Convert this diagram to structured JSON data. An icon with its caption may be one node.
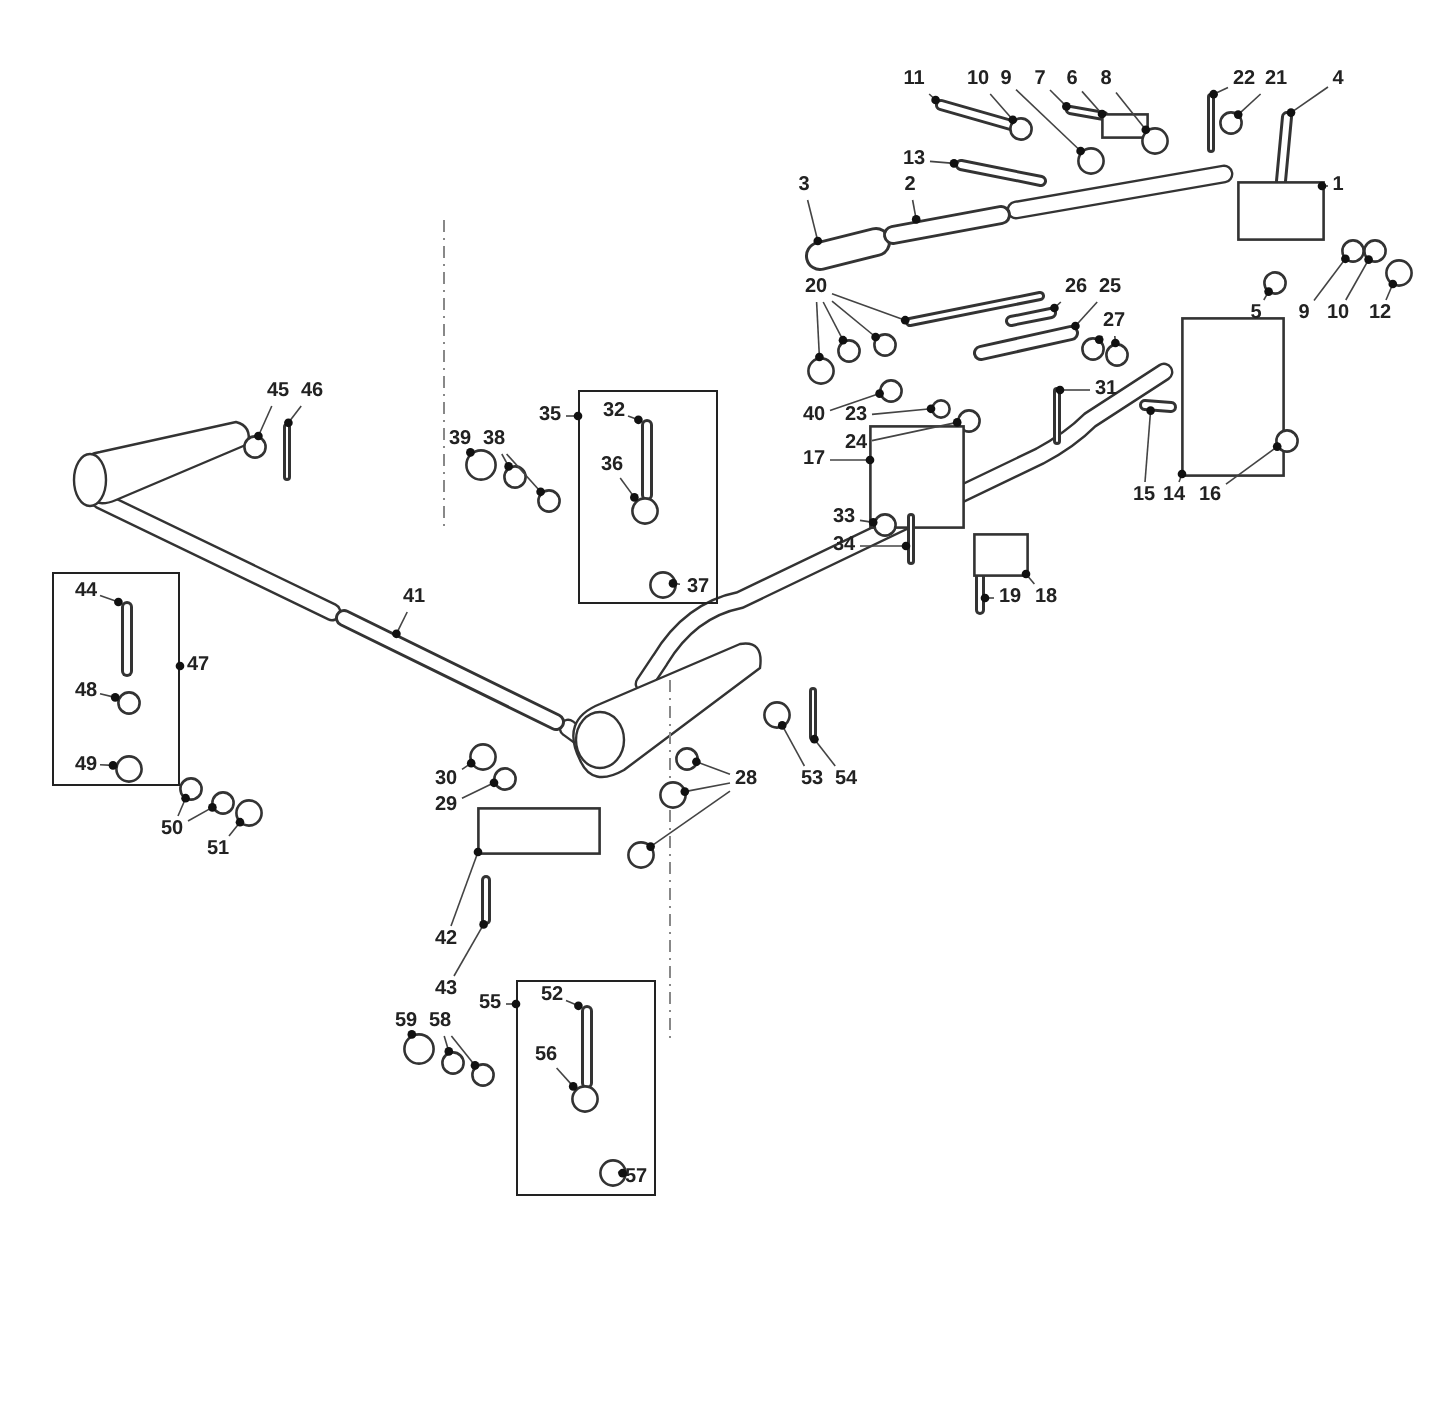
{
  "diagram": {
    "nodes": [
      {
        "text": [
          "11"
        ]
      },
      {
        "text": [
          "10"
        ]
      },
      {
        "text": [
          "9"
        ]
      },
      {
        "text": [
          "7"
        ]
      },
      {
        "text": [
          "6"
        ]
      },
      {
        "text": [
          "8"
        ]
      },
      {
        "text": [
          "22"
        ]
      },
      {
        "text": [
          "21"
        ]
      },
      {
        "text": [
          "4"
        ]
      },
      {
        "text": [
          "13"
        ]
      },
      {
        "text": [
          "3"
        ]
      },
      {
        "text": [
          "2"
        ]
      },
      {
        "text": [
          "1"
        ]
      },
      {
        "text": [
          "20"
        ]
      },
      {
        "text": [
          "26"
        ]
      },
      {
        "text": [
          "25"
        ]
      },
      {
        "text": [
          "27"
        ]
      },
      {
        "text": [
          "9"
        ]
      },
      {
        "text": [
          "10"
        ]
      },
      {
        "text": [
          "12"
        ]
      },
      {
        "text": [
          "5"
        ]
      },
      {
        "text": [
          "45"
        ]
      },
      {
        "text": [
          "46"
        ]
      },
      {
        "text": [],
        "shape": "box"
      },
      {
        "text": [
          "35"
        ]
      },
      {
        "text": [
          "32"
        ],
        "in": 23
      },
      {
        "text": [
          "36"
        ],
        "in": 23
      },
      {
        "text": [
          "37"
        ],
        "in": 23
      },
      {
        "text": [
          "39"
        ]
      },
      {
        "text": [
          "38"
        ]
      },
      {
        "text": [
          "40"
        ]
      },
      {
        "text": [
          "23"
        ]
      },
      {
        "text": [
          "24"
        ]
      },
      {
        "text": [
          "31"
        ]
      },
      {
        "text": [
          "17"
        ]
      },
      {
        "text": [
          "33"
        ]
      },
      {
        "text": [
          "34"
        ]
      },
      {
        "text": [
          "15"
        ]
      },
      {
        "text": [
          "14"
        ]
      },
      {
        "text": [
          "16"
        ]
      },
      {
        "text": [
          "41"
        ]
      },
      {
        "text": [],
        "shape": "box"
      },
      {
        "text": [
          "44"
        ],
        "in": 41
      },
      {
        "text": [
          "47"
        ]
      },
      {
        "text": [
          "48"
        ],
        "in": 41
      },
      {
        "text": [
          "49"
        ],
        "in": 41
      },
      {
        "text": [
          "19"
        ]
      },
      {
        "text": [
          "18"
        ]
      },
      {
        "text": [
          "30"
        ]
      },
      {
        "text": [
          "29"
        ]
      },
      {
        "text": [
          "28"
        ]
      },
      {
        "text": [
          "53"
        ]
      },
      {
        "text": [
          "54"
        ]
      },
      {
        "text": [
          "50"
        ]
      },
      {
        "text": [
          "51"
        ]
      },
      {
        "text": [
          "42"
        ]
      },
      {
        "text": [
          "43"
        ]
      },
      {
        "text": [],
        "shape": "box"
      },
      {
        "text": [
          "55"
        ]
      },
      {
        "text": [
          "52"
        ],
        "in": 57
      },
      {
        "text": [
          "56"
        ],
        "in": 57
      },
      {
        "text": [
          "57"
        ],
        "in": 57
      },
      {
        "text": [
          "59"
        ]
      },
      {
        "text": [
          "58"
        ]
      },
      {
        "text": [],
        "shape": "bar"
      },
      {
        "text": [],
        "shape": "circle"
      },
      {
        "text": [],
        "shape": "circle"
      },
      {
        "text": [],
        "shape": "bar"
      },
      {
        "text": [],
        "shape": "box"
      },
      {
        "text": [],
        "shape": "circle"
      },
      {
        "text": [],
        "shape": "bar"
      },
      {
        "text": [],
        "shape": "circle"
      },
      {
        "text": [],
        "shape": "bar"
      },
      {
        "text": [],
        "shape": "bar"
      },
      {
        "text": [],
        "shape": "bar"
      },
      {
        "text": [],
        "shape": "bar"
      },
      {
        "text": [],
        "shape": "box"
      },
      {
        "text": [],
        "shape": "circle"
      },
      {
        "text": [],
        "shape": "circle"
      },
      {
        "text": [],
        "shape": "circle"
      },
      {
        "text": [],
        "shape": "bar"
      },
      {
        "text": [],
        "shape": "bar"
      },
      {
        "text": [],
        "shape": "bar"
      },
      {
        "text": [],
        "shape": "circle"
      },
      {
        "text": [],
        "shape": "circle"
      },
      {
        "text": [],
        "shape": "circle"
      },
      {
        "text": [],
        "shape": "circle"
      },
      {
        "text": [],
        "shape": "circle"
      },
      {
        "text": [],
        "shape": "circle"
      },
      {
        "text": [],
        "shape": "circle"
      },
      {
        "text": [],
        "shape": "bar"
      },
      {
        "text": [],
        "shape": "bar",
        "in": 23
      },
      {
        "text": [],
        "shape": "circle",
        "in": 23
      },
      {
        "text": [],
        "shape": "circle",
        "in": 23
      },
      {
        "text": [],
        "shape": "circle"
      },
      {
        "text": [],
        "shape": "circle"
      },
      {
        "text": [],
        "shape": "circle"
      },
      {
        "text": [],
        "shape": "circle"
      },
      {
        "text": [],
        "shape": "circle"
      },
      {
        "text": [],
        "shape": "circle"
      },
      {
        "text": [],
        "shape": "bar"
      },
      {
        "text": [],
        "shape": "box"
      },
      {
        "text": [],
        "shape": "circle"
      },
      {
        "text": [],
        "shape": "bar"
      },
      {
        "text": [],
        "shape": "bar"
      },
      {
        "text": [],
        "shape": "box"
      },
      {
        "text": [],
        "shape": "circle"
      },
      {
        "text": [],
        "shape": "bar"
      },
      {
        "text": [],
        "shape": "bar",
        "in": 41
      },
      {
        "text": [],
        "shape": "circle",
        "in": 41
      },
      {
        "text": [],
        "shape": "circle",
        "in": 41
      },
      {
        "text": [],
        "shape": "bar"
      },
      {
        "text": [],
        "shape": "box"
      },
      {
        "text": [],
        "shape": "circle"
      },
      {
        "text": [],
        "shape": "circle"
      },
      {
        "text": [],
        "shape": "circle"
      },
      {
        "text": [],
        "shape": "circle"
      },
      {
        "text": [],
        "shape": "circle"
      },
      {
        "text": [],
        "shape": "circle"
      },
      {
        "text": [],
        "shape": "bar"
      },
      {
        "text": [],
        "shape": "circle"
      },
      {
        "text": [],
        "shape": "circle"
      },
      {
        "text": [],
        "shape": "circle"
      },
      {
        "text": [],
        "shape": "box"
      },
      {
        "text": [],
        "shape": "bar"
      },
      {
        "text": [],
        "shape": "bar",
        "in": 57
      },
      {
        "text": [],
        "shape": "circle",
        "in": 57
      },
      {
        "text": [],
        "shape": "circle",
        "in": 57
      },
      {
        "text": [],
        "shape": "circle"
      },
      {
        "text": [],
        "shape": "circle"
      },
      {
        "text": [],
        "shape": "circle"
      }
    ],
    "edges": [
      {
        "from": 0,
        "to": 64,
        "arrow": "other"
      },
      {
        "from": 1,
        "to": 65,
        "arrow": "other"
      },
      {
        "from": 2,
        "to": 66,
        "arrow": "other"
      },
      {
        "from": 3,
        "to": 67,
        "arrow": "other"
      },
      {
        "from": 4,
        "to": 68,
        "arrow": "other"
      },
      {
        "from": 5,
        "to": 69,
        "arrow": "other"
      },
      {
        "from": 6,
        "to": 70,
        "arrow": "other"
      },
      {
        "from": 7,
        "to": 71,
        "arrow": "other"
      },
      {
        "from": 8,
        "to": 72,
        "arrow": "other"
      },
      {
        "from": 9,
        "to": 73,
        "arrow": "other"
      },
      {
        "from": 10,
        "to": 74,
        "arrow": "other"
      },
      {
        "from": 11,
        "to": 75,
        "arrow": "other"
      },
      {
        "from": 12,
        "to": 76,
        "arrow": "other"
      },
      {
        "from": 13,
        "to": 77,
        "arrow": "other"
      },
      {
        "from": 13,
        "to": 78,
        "arrow": "other"
      },
      {
        "from": 13,
        "to": 79,
        "arrow": "other"
      },
      {
        "from": 13,
        "to": 80,
        "arrow": "other"
      },
      {
        "from": 14,
        "to": 81,
        "arrow": "other"
      },
      {
        "from": 15,
        "to": 82,
        "arrow": "other"
      },
      {
        "from": 16,
        "to": 83,
        "arrow": "other"
      },
      {
        "from": 16,
        "to": 84,
        "arrow": "other"
      },
      {
        "from": 17,
        "to": 85,
        "arrow": "other"
      },
      {
        "from": 18,
        "to": 86,
        "arrow": "other"
      },
      {
        "from": 19,
        "to": 87,
        "arrow": "other"
      },
      {
        "from": 20,
        "to": 88,
        "arrow": "other"
      },
      {
        "from": 21,
        "to": 89,
        "arrow": "other"
      },
      {
        "from": 22,
        "to": 90,
        "arrow": "other"
      },
      {
        "from": 24,
        "to": 23,
        "arrow": "other"
      },
      {
        "from": 25,
        "to": 91,
        "arrow": "other"
      },
      {
        "from": 26,
        "to": 92,
        "arrow": "other"
      },
      {
        "from": 27,
        "to": 93,
        "arrow": "other"
      },
      {
        "from": 28,
        "to": 94,
        "arrow": "other"
      },
      {
        "from": 29,
        "to": 95,
        "arrow": "other"
      },
      {
        "from": 29,
        "to": 96,
        "arrow": "other"
      },
      {
        "from": 30,
        "to": 97,
        "arrow": "other"
      },
      {
        "from": 31,
        "to": 98,
        "arrow": "other"
      },
      {
        "from": 32,
        "to": 99,
        "arrow": "other"
      },
      {
        "from": 33,
        "to": 100,
        "arrow": "other"
      },
      {
        "from": 34,
        "to": 101,
        "arrow": "other"
      },
      {
        "from": 35,
        "to": 102,
        "arrow": "other"
      },
      {
        "from": 36,
        "to": 103,
        "arrow": "other"
      },
      {
        "from": 37,
        "to": 104,
        "arrow": "other"
      },
      {
        "from": 38,
        "to": 105,
        "arrow": "other"
      },
      {
        "from": 39,
        "to": 106,
        "arrow": "other"
      },
      {
        "from": 40,
        "to": 107,
        "arrow": "other"
      },
      {
        "from": 42,
        "to": 108,
        "arrow": "other"
      },
      {
        "from": 43,
        "to": 41,
        "arrow": "other"
      },
      {
        "from": 44,
        "to": 109,
        "arrow": "other"
      },
      {
        "from": 45,
        "to": 110,
        "arrow": "other"
      },
      {
        "from": 46,
        "to": 111,
        "arrow": "other"
      },
      {
        "from": 47,
        "to": 112,
        "arrow": "other"
      },
      {
        "from": 48,
        "to": 113,
        "arrow": "other"
      },
      {
        "from": 49,
        "to": 114,
        "arrow": "other"
      },
      {
        "from": 50,
        "to": 115,
        "arrow": "other"
      },
      {
        "from": 50,
        "to": 116,
        "arrow": "other"
      },
      {
        "from": 50,
        "to": 117,
        "arrow": "other"
      },
      {
        "from": 51,
        "to": 118,
        "arrow": "other"
      },
      {
        "from": 52,
        "to": 119,
        "arrow": "other"
      },
      {
        "from": 53,
        "to": 120,
        "arrow": "other"
      },
      {
        "from": 53,
        "to": 121,
        "arrow": "other"
      },
      {
        "from": 54,
        "to": 122,
        "arrow": "other"
      },
      {
        "from": 55,
        "to": 123,
        "arrow": "other"
      },
      {
        "from": 56,
        "to": 124,
        "arrow": "other"
      },
      {
        "from": 58,
        "to": 57,
        "arrow": "other"
      },
      {
        "from": 59,
        "to": 125,
        "arrow": "other"
      },
      {
        "from": 60,
        "to": 126,
        "arrow": "other"
      },
      {
        "from": 61,
        "to": 127,
        "arrow": "other"
      },
      {
        "from": 62,
        "to": 128,
        "arrow": "other"
      },
      {
        "from": 63,
        "to": 129,
        "arrow": "other"
      },
      {
        "from": 63,
        "to": 130,
        "arrow": "other"
      }
    ]
  }
}
